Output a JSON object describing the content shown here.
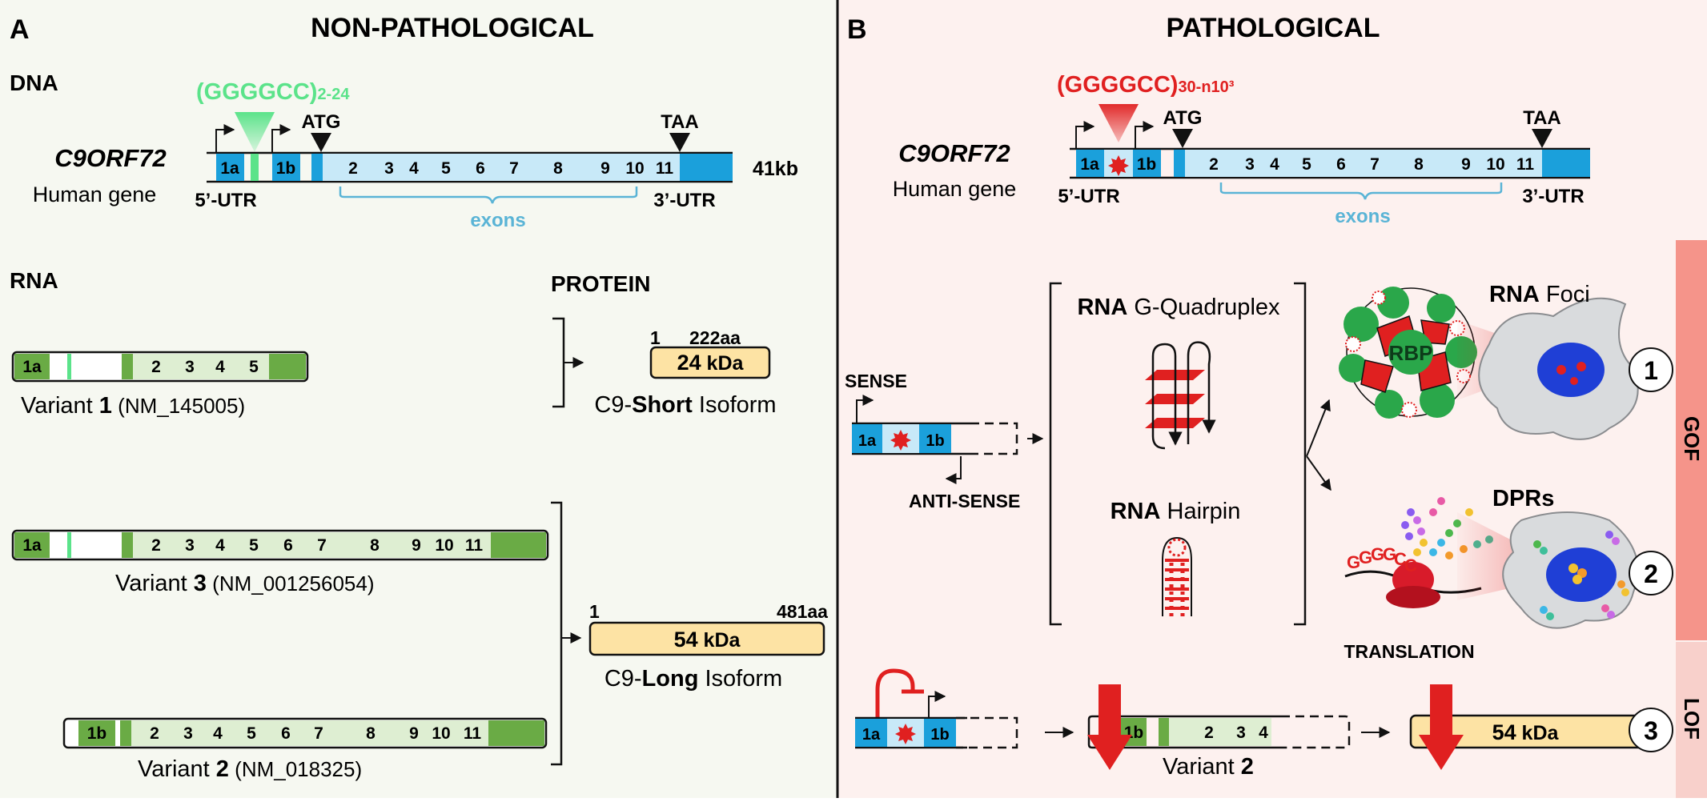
{
  "panel_a": {
    "letter": "A",
    "title": "NON-PATHOLOGICAL",
    "dna_label": "DNA",
    "gene_name": "C9ORF72",
    "gene_sub": "Human gene",
    "repeat_base": "(GGGGCC)",
    "repeat_range": "2-24",
    "atg": "ATG",
    "taa": "TAA",
    "utr5": "5’-UTR",
    "utr3": "3’-UTR",
    "size": "41kb",
    "exons_label": "exons",
    "exon_labels": [
      "1a",
      "1b",
      "2",
      "3",
      "4",
      "5",
      "6",
      "7",
      "8",
      "9",
      "10",
      "11"
    ],
    "rna_label": "RNA",
    "protein_label": "PROTEIN",
    "variant1": {
      "prefix": "Variant ",
      "num": "1",
      "acc": " (NM_145005)",
      "exons": [
        "1a",
        "2",
        "3",
        "4",
        "5"
      ]
    },
    "variant3": {
      "prefix": "Variant ",
      "num": "3",
      "acc": " (NM_001256054)",
      "exons": [
        "1a",
        "2",
        "3",
        "4",
        "5",
        "6",
        "7",
        "8",
        "9",
        "10",
        "11"
      ]
    },
    "variant2": {
      "prefix": "Variant ",
      "num": "2",
      "acc": " (NM_018325)",
      "exons": [
        "1b",
        "2",
        "3",
        "4",
        "5",
        "6",
        "7",
        "8",
        "9",
        "10",
        "11"
      ]
    },
    "short_isoform": {
      "start": "1",
      "end": "222aa",
      "size_num": "24",
      "size_unit": " kDa",
      "prefix": "C9-",
      "bold": "Short",
      "suffix": " Isoform"
    },
    "long_isoform": {
      "start": "1",
      "end": "481aa",
      "size_num": "54",
      "size_unit": " kDa",
      "prefix": "C9-",
      "bold": "Long",
      "suffix": " Isoform"
    }
  },
  "panel_b": {
    "letter": "B",
    "title": "PATHOLOGICAL",
    "gene_name": "C9ORF72",
    "gene_sub": "Human gene",
    "repeat_base": "(GGGGCC)",
    "repeat_range": "30-n10³",
    "atg": "ATG",
    "taa": "TAA",
    "utr5": "5’-UTR",
    "utr3": "3’-UTR",
    "exons_label": "exons",
    "exon_labels": [
      "1a",
      "1b",
      "2",
      "3",
      "4",
      "5",
      "6",
      "7",
      "8",
      "9",
      "10",
      "11"
    ],
    "sense": "SENSE",
    "antisense": "ANTI-SENSE",
    "gq_bold": "RNA",
    "gq_rest": " G-Quadruplex",
    "hp_bold": "RNA",
    "hp_rest": " Hairpin",
    "rbp": "RBP",
    "foci_bold": "RNA",
    "foci_rest": " Foci",
    "dprs": "DPRs",
    "translation": "TRANSLATION",
    "ggggcc_letters": [
      "G",
      "G",
      "G",
      "G",
      "C",
      "C"
    ],
    "num1": "1",
    "num2": "2",
    "num3": "3",
    "gof": "GOF",
    "lof": "LOF",
    "lof_variant": {
      "prefix": "Variant ",
      "num": "2",
      "exons": [
        "1b",
        "2",
        "3",
        "4"
      ]
    },
    "lof_protein": {
      "size_num": "54",
      "size_unit": " kDa"
    },
    "promoter_exons": [
      "1a",
      "1b"
    ]
  },
  "colors": {
    "left_bg": "#f6f8f1",
    "right_bg": "#fdf1ef",
    "exon_blue": "#1ba0db",
    "exon_light": "#c8e9f8",
    "green_dark": "#6aab45",
    "green_light": "#deeed2",
    "repeat_green": "#5be38a",
    "repeat_red": "#e02020",
    "protein_fill": "#fde3a4",
    "gof_bar": "#f5948a",
    "lof_bar": "#f8d0cb"
  }
}
